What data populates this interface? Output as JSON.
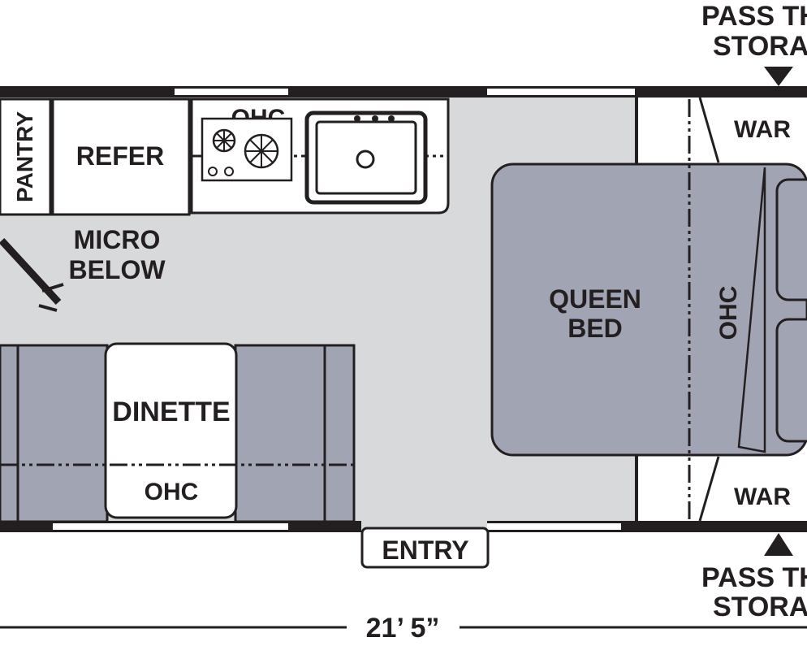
{
  "labels": {
    "pass_through_top_line1": "PASS TH",
    "pass_through_top_line2": "STORA",
    "pantry": "PANTRY",
    "refer": "REFER",
    "ohc_kitchen": "OHC",
    "micro_line1": "MICRO",
    "micro_line2": "BELOW",
    "wardrobe_top": "WAR",
    "queen_line1": "QUEEN",
    "queen_line2": "BED",
    "ohc_bed": "OHC",
    "dinette": "DINETTE",
    "ohc_dinette": "OHC",
    "wardrobe_bottom": "WAR",
    "entry": "ENTRY",
    "pass_through_bottom_line1": "PASS TH",
    "pass_through_bottom_line2": "STORA",
    "length_dimension": "21’ 5”"
  },
  "colors": {
    "floor": "#d8d9db",
    "furniture": "#a1a5b3",
    "wall": "#231f20",
    "white": "#ffffff"
  }
}
